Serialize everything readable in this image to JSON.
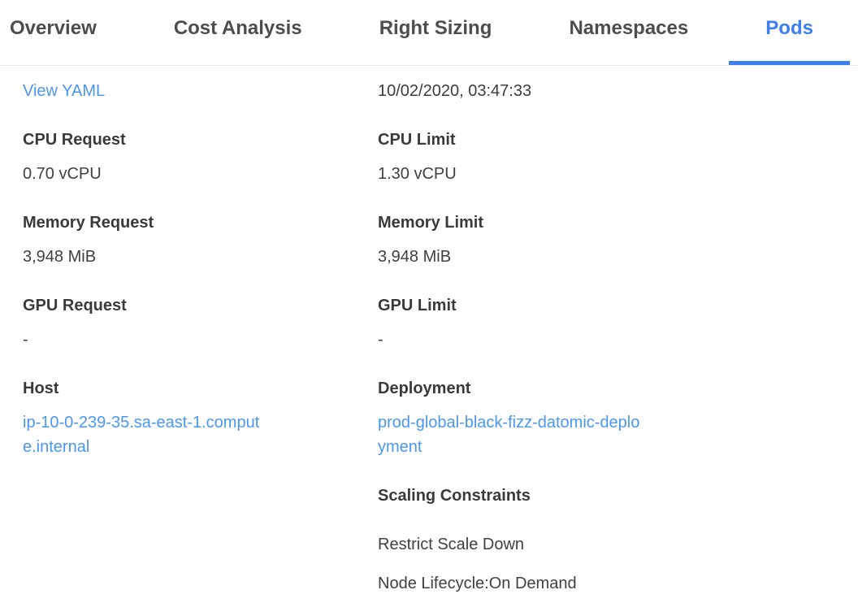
{
  "tabs": {
    "items": [
      {
        "label": "Overview",
        "active": false
      },
      {
        "label": "Cost Analysis",
        "active": false
      },
      {
        "label": "Right Sizing",
        "active": false
      },
      {
        "label": "Namespaces",
        "active": false
      },
      {
        "label": "Pods",
        "active": true
      }
    ]
  },
  "panel": {
    "view_yaml_link": "View YAML",
    "timestamp": "10/02/2020, 03:47:33",
    "left_fields": [
      {
        "label": "CPU Request",
        "value": "0.70 vCPU"
      },
      {
        "label": "Memory Request",
        "value": "3,948 MiB"
      },
      {
        "label": "GPU Request",
        "value": "-"
      },
      {
        "label": "Host",
        "value": "ip-10-0-239-35.sa-east-1.compute.internal",
        "is_link": true
      }
    ],
    "right_fields": [
      {
        "label": "CPU Limit",
        "value": "1.30 vCPU"
      },
      {
        "label": "Memory Limit",
        "value": "3,948 MiB"
      },
      {
        "label": "GPU Limit",
        "value": "-"
      },
      {
        "label": "Deployment",
        "value": "prod-global-black-fizz-datomic-deployment",
        "is_link": true
      }
    ],
    "scaling": {
      "label": "Scaling Constraints",
      "items": [
        "Restrict Scale Down",
        "Node Lifecycle:On Demand"
      ]
    }
  },
  "colors": {
    "active_tab_blue": "#3b7ff2",
    "link_blue": "#4a97f3",
    "tab_text_gray": "#4d4d4d",
    "label_gray": "#3a3a3a",
    "value_gray": "#404040",
    "divider_gray": "#ececec"
  }
}
